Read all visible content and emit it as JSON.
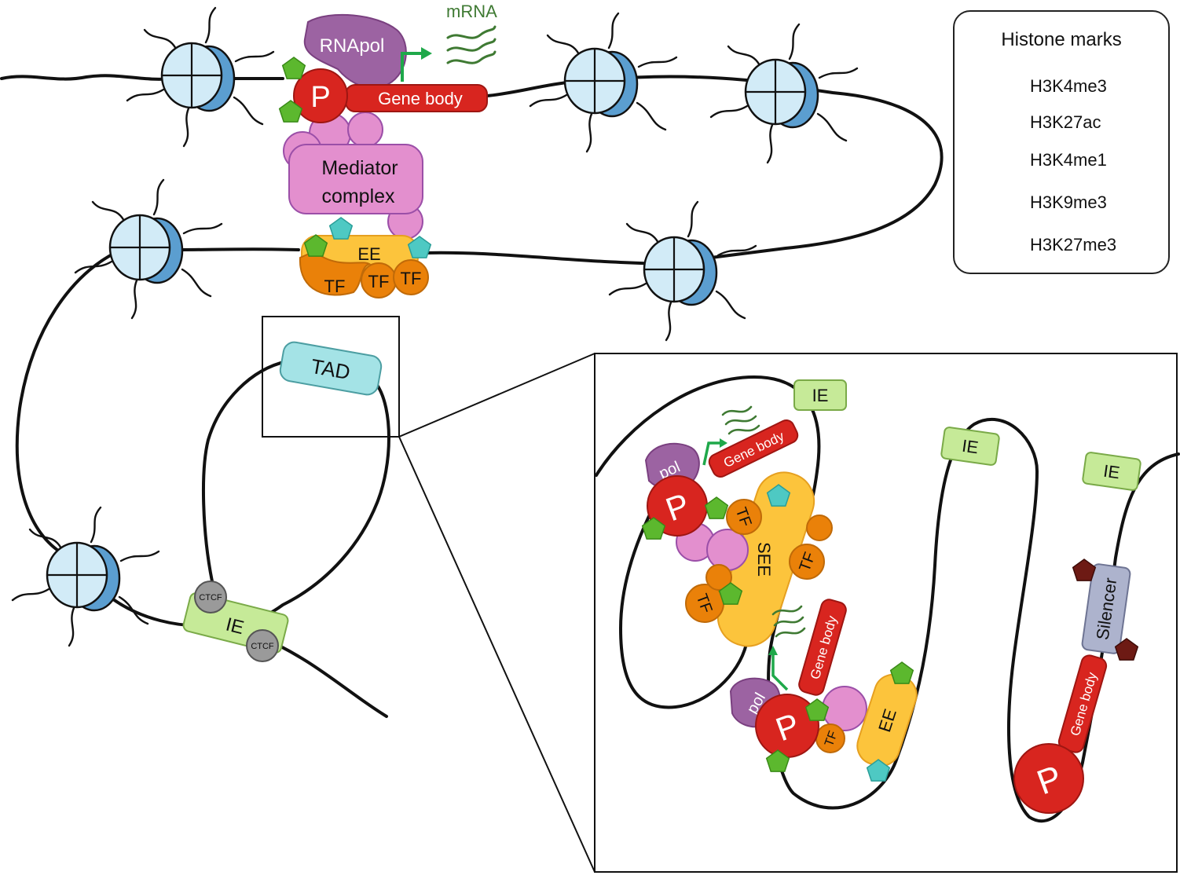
{
  "legend": {
    "title": "Histone marks",
    "active_marks": [
      "H3K4me3",
      "H3K27ac"
    ],
    "primed_mark": "H3K4me1",
    "repressive_marks": [
      "H3K9me3",
      "H3K27me3"
    ]
  },
  "colors": {
    "active_mark": "#5cb82e",
    "primed_mark": "#4ec9c3",
    "repressive_mark": "#6d1a14",
    "promoter": "#d8251f",
    "rna_polymerase": "#9c63a2",
    "mediator": "#e38fce",
    "enhancer": "#fcc43c",
    "transcription_factor": "#ea8109",
    "insulator": "#c6ea98",
    "tad": "#a4e3e6",
    "silencer": "#adb3cd",
    "ctcf": "#9a9a9a",
    "nucleosome_light": "#d2ebf7",
    "nucleosome_dark": "#5b9ed0",
    "mrna": "#3f7a33",
    "tss_arrow": "#1fa84a"
  },
  "top": {
    "rna_pol": "RNApol",
    "promoter": "P",
    "gene_body": "Gene body",
    "mrna": "mRNA",
    "mediator_line1": "Mediator",
    "mediator_line2": "complex",
    "enhancer": "EE",
    "tf": "TF"
  },
  "tad_view": {
    "tad": "TAD",
    "insulator": "IE",
    "ctcf": "CTCF"
  },
  "zoom": {
    "pol": "pol",
    "promoter": "P",
    "gene_body": "Gene body",
    "super_enhancer": "SEE",
    "enhancer": "EE",
    "tf": "TF",
    "insulator": "IE",
    "silencer": "Silencer"
  }
}
